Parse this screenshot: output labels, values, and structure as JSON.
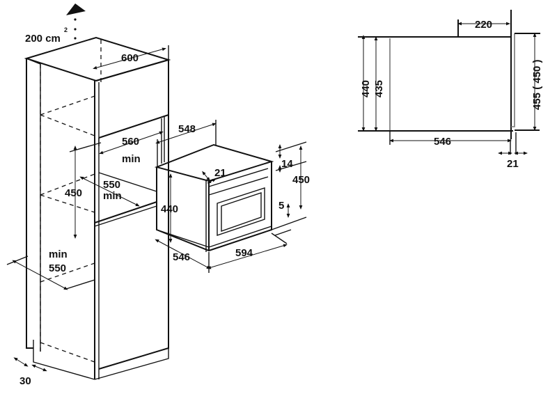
{
  "left_drawing": {
    "ventilation": {
      "value": "200 cm",
      "exponent": "2"
    },
    "dims": {
      "cabinet_width": "600",
      "niche_width": "560",
      "niche_width_min": "min",
      "oven_depth_548": "548",
      "front_offset": "21",
      "top_gap": "14",
      "niche_height_450": "450",
      "niche_depth": "550",
      "niche_depth_min": "min",
      "niche_height_left": "450",
      "oven_height": "440",
      "bottom_gap": "5",
      "oven_depth_546": "546",
      "oven_width": "594",
      "cabinet_depth_min": "min",
      "cabinet_depth": "550",
      "plinth": "30"
    }
  },
  "right_drawing": {
    "dims": {
      "top_offset": "220",
      "height_440": "440",
      "height_435": "435",
      "front_height": "455 ( 450 )",
      "depth": "546",
      "front_thickness": "21"
    }
  }
}
